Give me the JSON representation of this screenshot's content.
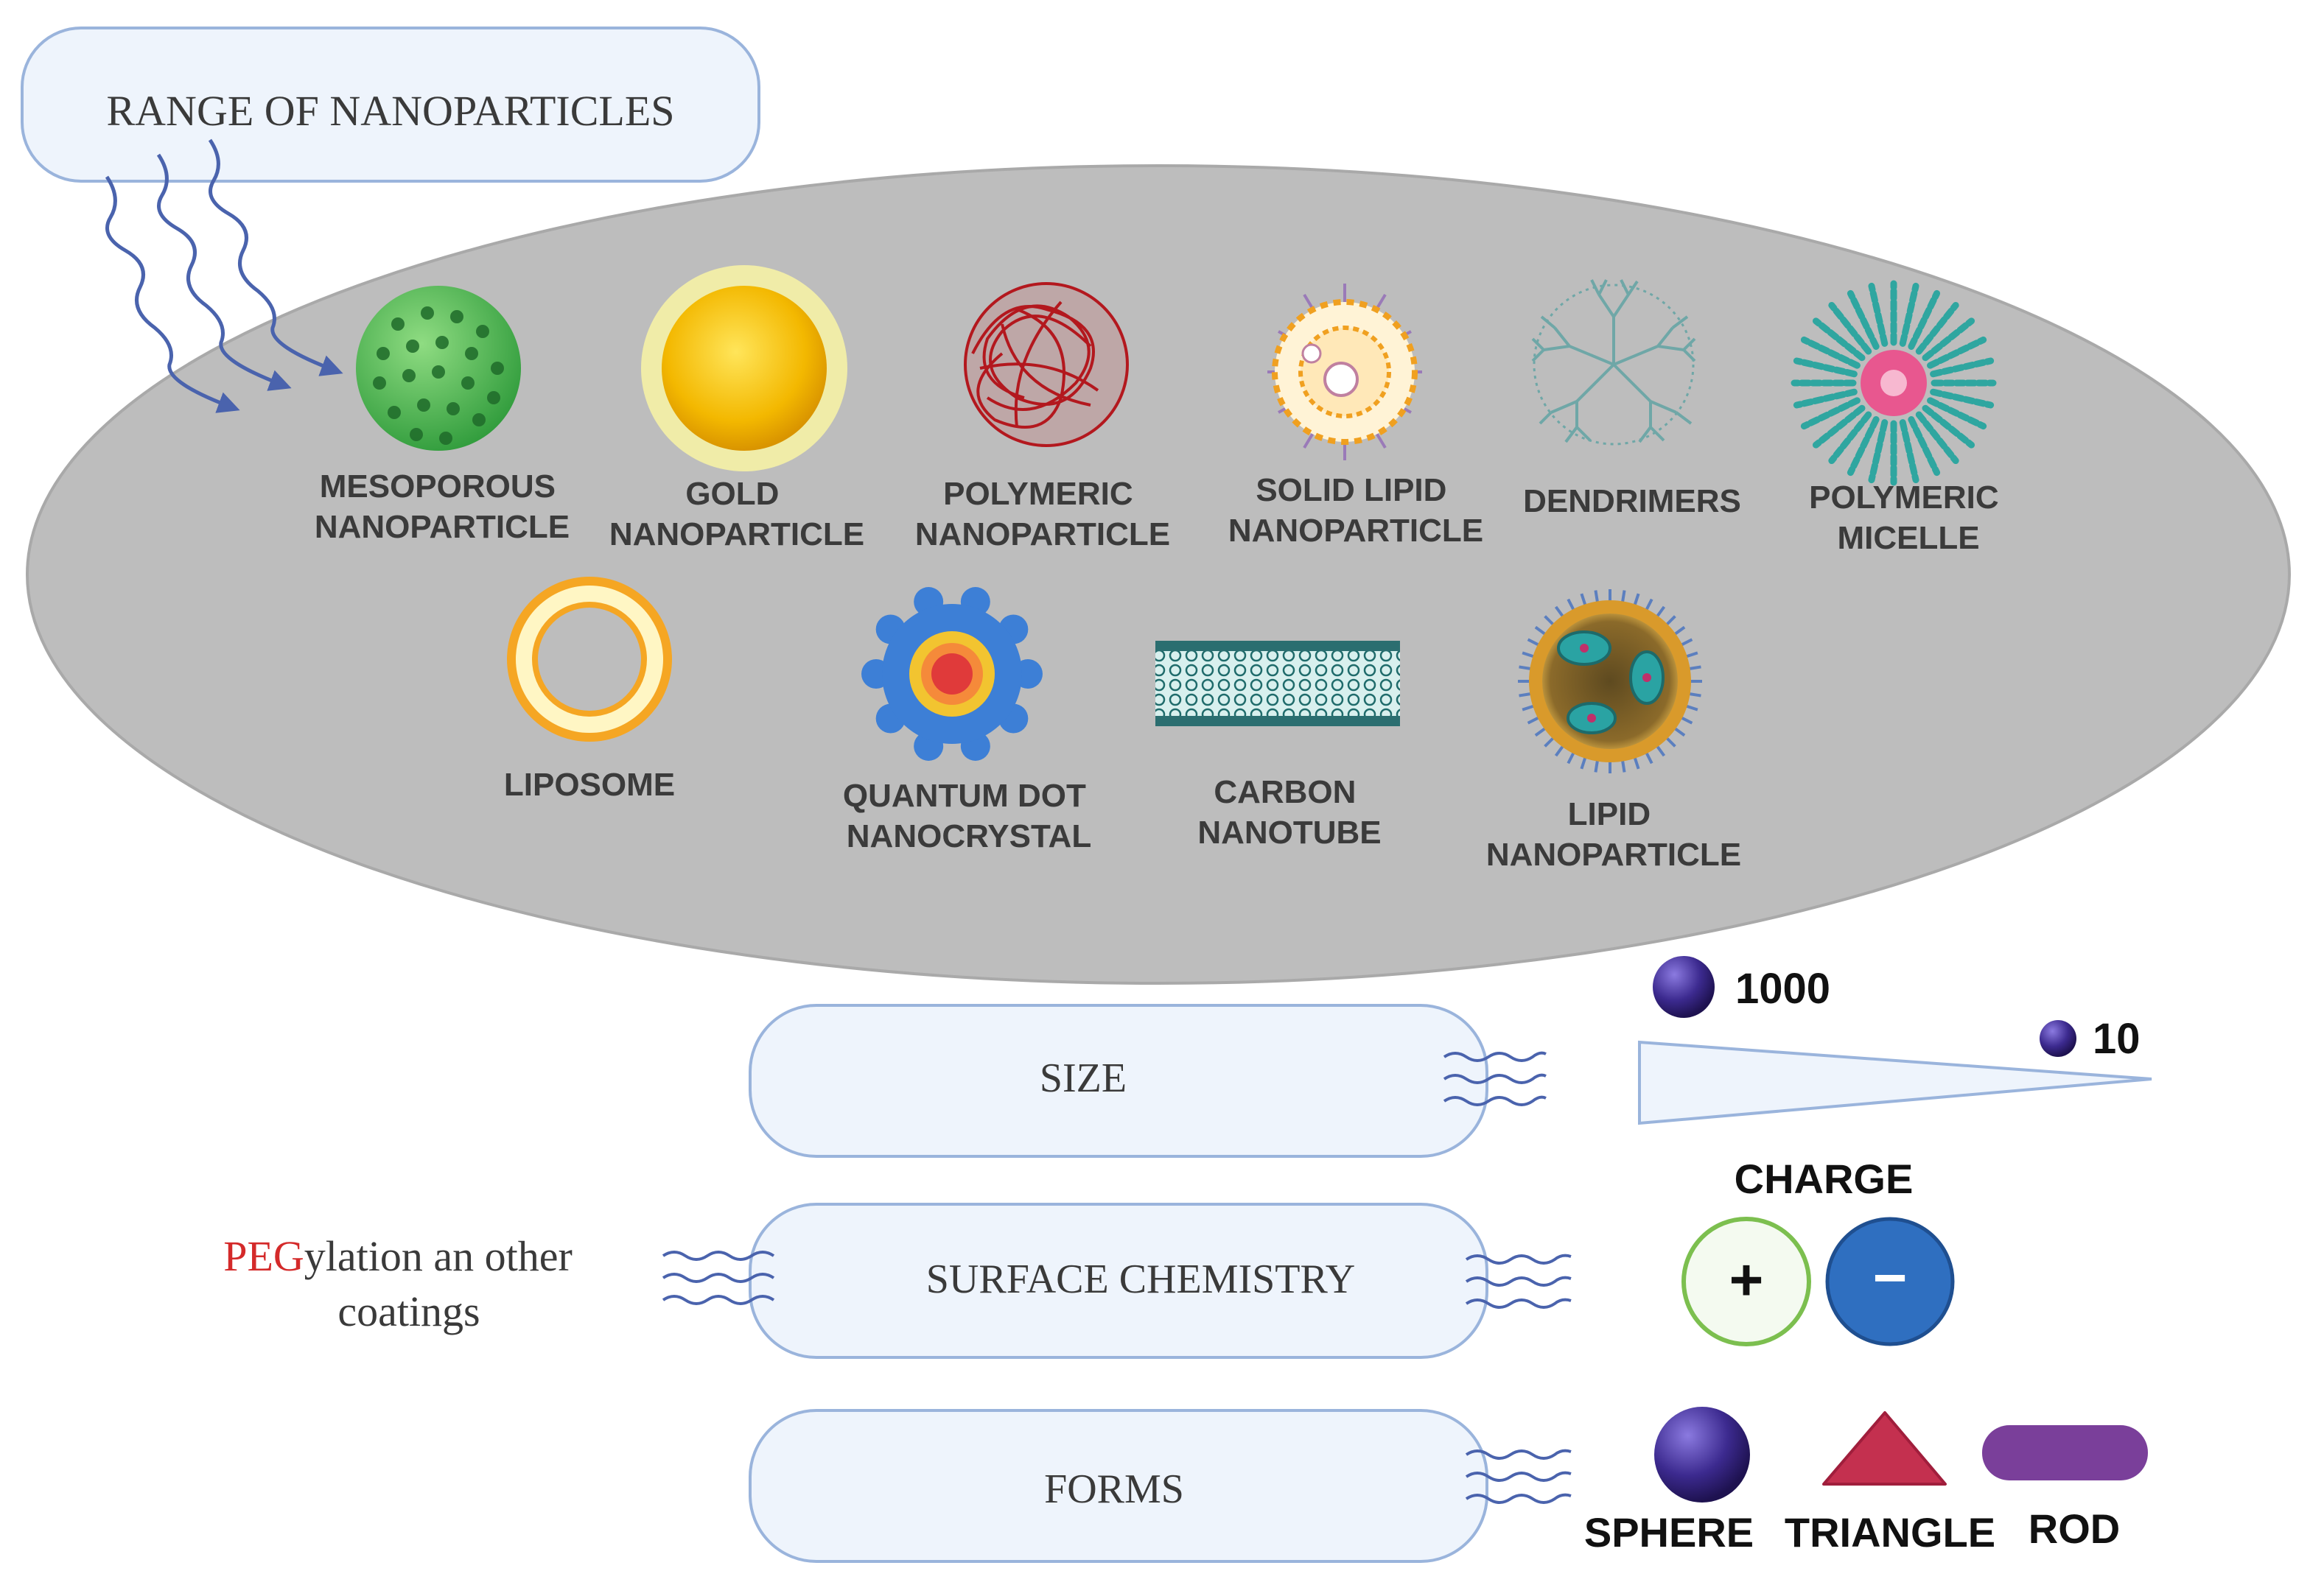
{
  "title_box": {
    "label": "RANGE OF NANOPARTICLES"
  },
  "particles": [
    {
      "line1": "MESOPOROUS",
      "line2": "NANOPARTICLE"
    },
    {
      "line1": "GOLD",
      "line2": "NANOPARTICLE"
    },
    {
      "line1": "POLYMERIC",
      "line2": "NANOPARTICLE"
    },
    {
      "line1": "SOLID LIPID",
      "line2": "NANOPARTICLE"
    },
    {
      "line1": "DENDRIMERS",
      "line2": ""
    },
    {
      "line1": "POLYMERIC",
      "line2": "MICELLE"
    },
    {
      "line1": "LIPOSOME",
      "line2": ""
    },
    {
      "line1": "QUANTUM DOT",
      "line2": "NANOCRYSTAL"
    },
    {
      "line1": "CARBON",
      "line2": "NANOTUBE"
    },
    {
      "line1": "LIPID",
      "line2": "NANOPARTICLE"
    }
  ],
  "properties": {
    "size": "SIZE",
    "surface_chemistry": "SURFACE CHEMISTRY",
    "forms": "FORMS"
  },
  "size_scale": {
    "large": "1000",
    "small": "10"
  },
  "charge": {
    "title": "CHARGE",
    "positive": "+",
    "negative": "−"
  },
  "pegylation": {
    "highlight": "PEG",
    "rest_line1": "ylation an other",
    "line2": "coatings"
  },
  "forms_list": {
    "sphere": "SPHERE",
    "triangle": "TRIANGLE",
    "rod": "ROD"
  },
  "colors": {
    "ellipse": "#bdbdbd",
    "box_fill": "#eef4fc",
    "box_border": "#9ab4dc",
    "arrow": "#4a63ad",
    "peg": "#d42a2a",
    "sphere": "#3c2a8f",
    "triangle": "#c4304f",
    "rod": "#7a3f9a",
    "charge_pos_border": "#7cbf4f",
    "charge_neg": "#2f6fc0"
  }
}
